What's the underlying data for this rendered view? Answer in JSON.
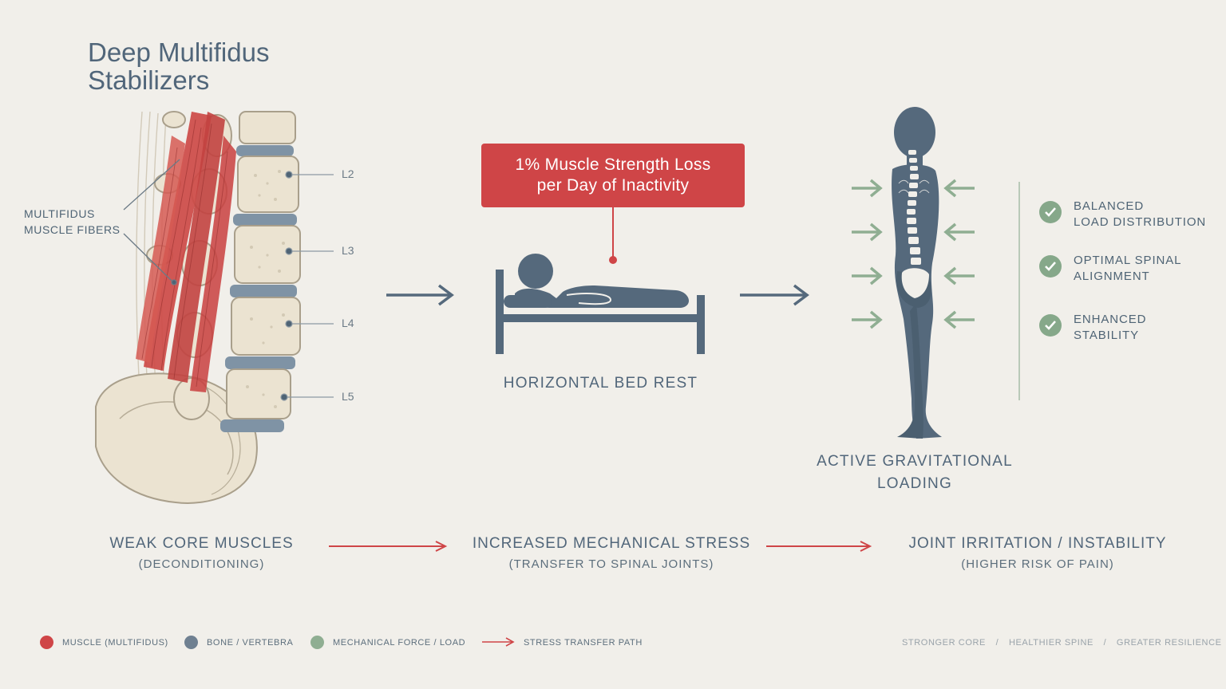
{
  "title": {
    "line1": "Deep Multifidus",
    "line2": "Stabilizers"
  },
  "anatomy": {
    "fiber_label_line1": "MULTIFIDUS",
    "fiber_label_line2": "MUSCLE FIBERS",
    "vertebrae": [
      "L2",
      "L3",
      "L4",
      "L5"
    ]
  },
  "callout": {
    "line1": "1% Muscle Strength Loss",
    "line2": "per Day of Inactivity"
  },
  "bed_caption": "HORIZONTAL BED REST",
  "standing_caption": {
    "line1": "ACTIVE GRAVITATIONAL",
    "line2": "LOADING"
  },
  "benefits": [
    {
      "line1": "BALANCED",
      "line2": "LOAD DISTRIBUTION"
    },
    {
      "line1": "OPTIMAL SPINAL",
      "line2": "ALIGNMENT"
    },
    {
      "line1": "ENHANCED",
      "line2": "STABILITY"
    }
  ],
  "flow": [
    {
      "title": "WEAK CORE MUSCLES",
      "subtitle": "(DECONDITIONING)"
    },
    {
      "title": "INCREASED MECHANICAL STRESS",
      "subtitle": "(TRANSFER TO SPINAL JOINTS)"
    },
    {
      "title": "JOINT IRRITATION / INSTABILITY",
      "subtitle": "(HIGHER RISK OF PAIN)"
    }
  ],
  "legend": [
    {
      "label": "MUSCLE (MULTIFIDUS)",
      "color": "#cf4547"
    },
    {
      "label": "BONE / VERTEBRA",
      "color": "#6f8091"
    },
    {
      "label": "MECHANICAL FORCE / LOAD",
      "color": "#8fae92"
    },
    {
      "label": "STRESS TRANSFER PATH",
      "color": "#cf4547"
    }
  ],
  "footer": {
    "items": [
      "STRONGER CORE",
      "HEALTHIER SPINE",
      "GREATER RESILIENCE"
    ],
    "separator": "/"
  },
  "colors": {
    "background": "#f1efea",
    "accent_red": "#cf4547",
    "slate": "#55697c",
    "green": "#86a88a",
    "bone": "#e9e1cf"
  }
}
